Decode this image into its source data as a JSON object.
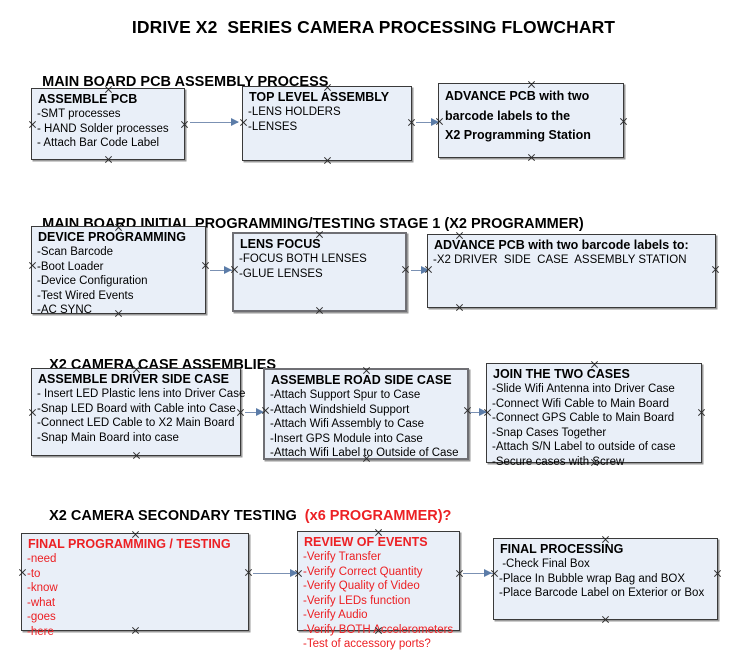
{
  "document": {
    "title": "IDRIVE X2  SERIES CAMERA PROCESSING FLOWCHART"
  },
  "colors": {
    "box_fill": "#e9eff8",
    "box_border": "#3a3a3a",
    "red_text": "#ec2024",
    "connector": "#7b91b3",
    "arrow": "#5b7ca8",
    "text": "#000000"
  },
  "sections": [
    {
      "id": "main-board-pcb-assembly-process",
      "heading": "MAIN BOARD PCB ASSEMBLY PROCESS",
      "heading_red": "",
      "nodes": [
        {
          "id": "assemble-pcb",
          "title": "ASSEMBLE PCB",
          "lines": [
            "-SMT processes",
            "- HAND Solder processes",
            "- Attach Bar Code Label"
          ],
          "color": "black"
        },
        {
          "id": "top-level-assembly",
          "title": "TOP LEVEL ASSEMBLY",
          "lines": [
            "-LENS HOLDERS",
            "-LENSES"
          ],
          "color": "black"
        },
        {
          "id": "advance-pcb-x2-programming-station",
          "title": "ADVANCE PCB with two\nbarcode labels to the\n X2 Programming Station",
          "lines": [],
          "color": "black"
        }
      ]
    },
    {
      "id": "main-board-initial-programming-testing-stage-1",
      "heading": "MAIN BOARD INITIAL PROGRAMMING/TESTING STAGE 1 (X2 PROGRAMMER)",
      "heading_red": "",
      "nodes": [
        {
          "id": "device-programming",
          "title": "DEVICE PROGRAMMING",
          "lines": [
            "-Scan Barcode",
            "-Boot Loader",
            "-Device Configuration",
            "-Test Wired Events",
            "-AC SYNC"
          ],
          "color": "black"
        },
        {
          "id": "lens-focus",
          "title": "LENS FOCUS",
          "lines": [
            "-FOCUS BOTH LENSES",
            "-GLUE LENSES"
          ],
          "color": "black"
        },
        {
          "id": "advance-pcb-driver-side-case",
          "title": "ADVANCE PCB with two barcode labels to:",
          "lines": [
            "-X2 DRIVER  SIDE  CASE  ASSEMBLY STATION"
          ],
          "color": "black"
        }
      ]
    },
    {
      "id": "x2-camera-case-assemblies",
      "heading": "X2 CAMERA CASE ASSEMBLIES",
      "heading_red": "",
      "nodes": [
        {
          "id": "assemble-driver-side-case",
          "title": "ASSEMBLE DRIVER SIDE CASE",
          "lines": [
            "- Insert LED Plastic lens into Driver Case",
            "-Snap LED Board with Cable into Case",
            "-Connect LED Cable to X2 Main Board",
            "-Snap Main Board into case"
          ],
          "color": "black"
        },
        {
          "id": "assemble-road-side-case",
          "title": "ASSEMBLE ROAD SIDE CASE",
          "lines": [
            "-Attach Support Spur to Case",
            "-Attach Windshield Support",
            "-Attach Wifi Assembly to Case",
            "-Insert GPS Module into Case",
            "-Attach Wifi Label to Outside of Case"
          ],
          "color": "black"
        },
        {
          "id": "join-the-two-cases",
          "title": "JOIN THE TWO CASES",
          "lines": [
            "-Slide Wifi Antenna into Driver Case",
            "-Connect Wifi Cable to Main Board",
            "-Connect GPS Cable to Main Board",
            "-Snap Cases Together",
            "-Attach S/N Label to outside of case",
            "-Secure cases with Screw"
          ],
          "color": "black"
        }
      ]
    },
    {
      "id": "x2-camera-secondary-testing",
      "heading": "X2 CAMERA SECONDARY TESTING  ",
      "heading_red": "(x6 PROGRAMMER)?",
      "nodes": [
        {
          "id": "final-programming-testing",
          "title": "FINAL PROGRAMMING / TESTING",
          "lines": [
            "-need",
            "-to",
            "-know",
            "-what",
            "-goes",
            "-here"
          ],
          "color": "red"
        },
        {
          "id": "review-of-events",
          "title": "REVIEW OF EVENTS",
          "lines": [
            "-Verify Transfer",
            "-Verify Correct Quantity",
            "-Verify Quality of Video",
            "-Verify LEDs function",
            "-Verify Audio",
            "-Verify BOTH Accelerometers",
            "-Test of accessory ports?"
          ],
          "color": "red"
        },
        {
          "id": "final-processing",
          "title": "FINAL PROCESSING",
          "lines": [
            " -Check Final Box",
            "-Place In Bubble wrap Bag and BOX",
            "-Place Barcode Label on Exterior or Box"
          ],
          "color": "black"
        }
      ]
    }
  ]
}
